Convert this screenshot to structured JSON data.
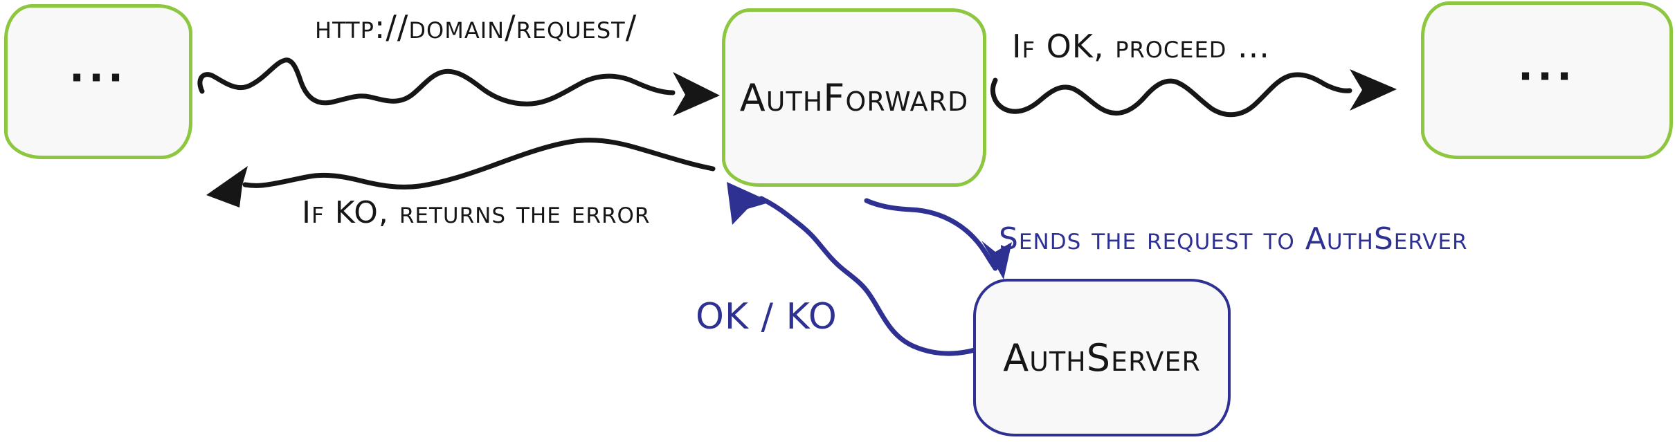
{
  "diagram": {
    "nodes": {
      "client": {
        "label": "...",
        "border_color": "#8dc63f"
      },
      "authforward": {
        "label": "AuthForward",
        "border_color": "#8dc63f"
      },
      "upstream": {
        "label": "...",
        "border_color": "#8dc63f"
      },
      "authserver": {
        "label": "AuthServer",
        "border_color": "#2e3192"
      }
    },
    "labels": {
      "request_url": {
        "text": "http://domain/request/"
      },
      "ok_proceed": {
        "text": "If OK, proceed ..."
      },
      "ko_return": {
        "text": "If KO, returns the error"
      },
      "send_request": {
        "text": "Sends the request to AuthServer"
      },
      "ok_ko": {
        "text": "OK / KO"
      }
    },
    "colors": {
      "green_node_border": "#8dc63f",
      "blue_node_border": "#2e3192",
      "blue_text": "#2e3192",
      "ink": "#161616",
      "node_fill": "#f8f8f8",
      "background": "#ffffff"
    }
  }
}
